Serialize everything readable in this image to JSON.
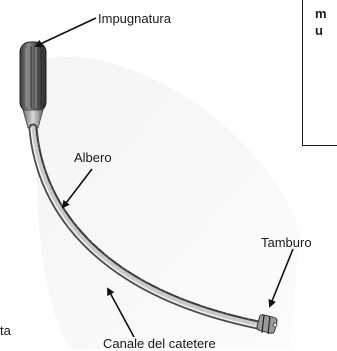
{
  "labels": {
    "handle": "Impugnatura",
    "shaft": "Albero",
    "drum": "Tamburo",
    "catheter_channel": "Canale del catetere",
    "partial_left": "ta"
  },
  "note_box": {
    "line1": "m",
    "line2": "u"
  }
}
